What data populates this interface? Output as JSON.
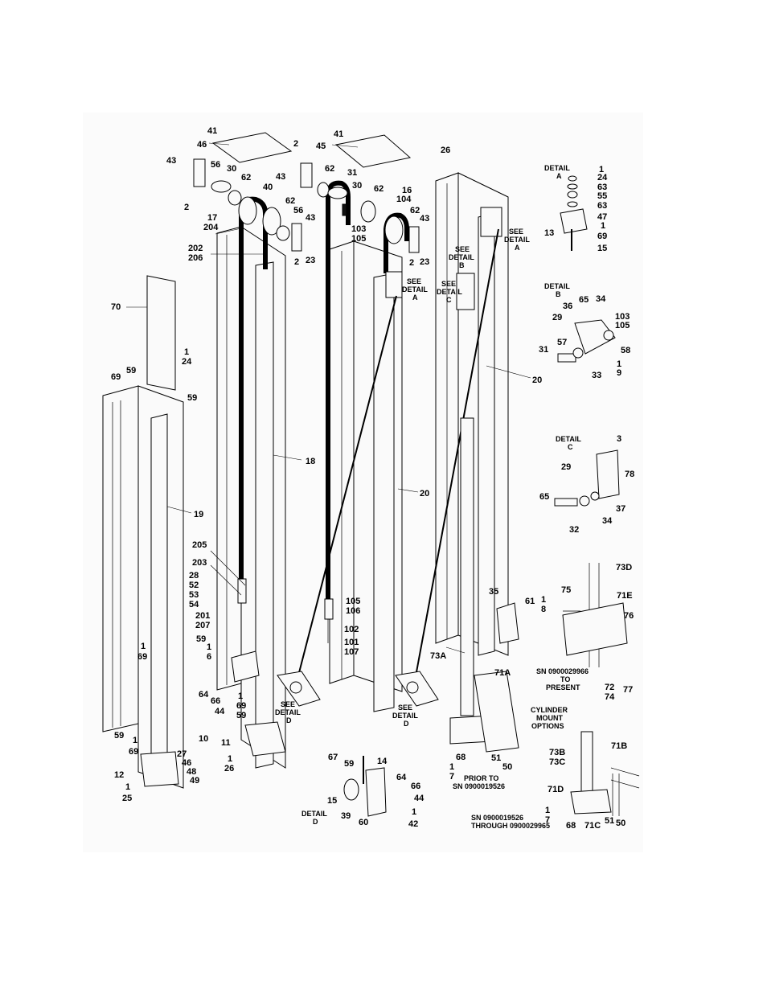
{
  "labels": {
    "l41a": "41",
    "l46": "46",
    "l43a": "43",
    "l2a": "2",
    "l56a": "56",
    "l30a": "30",
    "l62a": "62",
    "l40": "40",
    "l62b": "62",
    "l56b": "56",
    "l43b": "43",
    "l2b": "2",
    "l17": "17",
    "l204": "204",
    "l23a": "23",
    "l2c": "2",
    "l202": "202",
    "l206": "206",
    "l41b": "41",
    "l45": "45",
    "l62c": "62",
    "l31a": "31",
    "l30b": "30",
    "l62d": "62",
    "l16": "16",
    "l104": "104",
    "l62e": "62",
    "l43c": "43",
    "l103a": "103",
    "l105a": "105",
    "l2d": "2",
    "l23b": "23",
    "l26": "26",
    "l70": "70",
    "l1a": "1",
    "l24a": "24",
    "l69a": "69",
    "l59a": "59",
    "l59b": "59",
    "l18": "18",
    "l19": "19",
    "l20a": "20",
    "l20b": "20",
    "l205": "205",
    "l203": "203",
    "l28": "28",
    "l52": "52",
    "l53": "53",
    "l54": "54",
    "l201": "201",
    "l207": "207",
    "l105b": "105",
    "l106": "106",
    "l102": "102",
    "l101": "101",
    "l107": "107",
    "l59c": "59",
    "l1b": "1",
    "l6": "6",
    "l1c": "1",
    "l69b": "69",
    "l1d": "1",
    "l69c": "69",
    "l59d": "59",
    "l64a": "64",
    "l66a": "66",
    "l44a": "44",
    "l10": "10",
    "l59e": "59",
    "l1e": "1",
    "l69d": "69",
    "l27": "27",
    "l46b": "46",
    "l48": "48",
    "l49": "49",
    "l11": "11",
    "l1f": "1",
    "l26b": "26",
    "l12": "12",
    "l1g": "1",
    "l25": "25",
    "l35": "35",
    "l61": "61",
    "l1h": "1",
    "l8": "8",
    "l73a": "73A",
    "l71a": "71A",
    "l68a": "68",
    "l1i": "1",
    "l7a": "7",
    "l51a": "51",
    "l50a": "50",
    "l67": "67",
    "l59f": "59",
    "l14": "14",
    "l64b": "64",
    "l66b": "66",
    "l44b": "44",
    "l15b": "15",
    "l39": "39",
    "l60": "60",
    "l1j": "1",
    "l42": "42",
    "dA_1": "1",
    "dA_24": "24",
    "dA_63a": "63",
    "dA_55": "55",
    "dA_63b": "63",
    "dA_47": "47",
    "dA_13": "13",
    "dA_1b": "1",
    "dA_69": "69",
    "dA_15": "15",
    "dB_65": "65",
    "dB_34": "34",
    "dB_36": "36",
    "dB_103": "103",
    "dB_105": "105",
    "dB_29": "29",
    "dB_57": "57",
    "dB_31": "31",
    "dB_58": "58",
    "dB_33": "33",
    "dB_1": "1",
    "dB_9": "9",
    "dC_3": "3",
    "dC_29": "29",
    "dC_78": "78",
    "dC_65": "65",
    "dC_37": "37",
    "dC_34": "34",
    "dC_32": "32",
    "l73d": "73D",
    "l75": "75",
    "l71e": "71E",
    "l76": "76",
    "l72": "72",
    "l74": "74",
    "l77": "77",
    "l73b": "73B",
    "l73c": "73C",
    "l71b": "71B",
    "l71d": "71D",
    "l1k": "1",
    "l7b": "7",
    "l68b": "68",
    "l71c": "71C",
    "l51b": "51",
    "l50b": "50"
  },
  "callouts": {
    "see_detail": "SEE",
    "detail_word": "DETAIL",
    "a": "A",
    "b": "B",
    "c": "C",
    "d": "D",
    "detail_a_title_1": "DETAIL",
    "detail_a_title_2": "A",
    "detail_b_title_1": "DETAIL",
    "detail_b_title_2": "B",
    "detail_c_title_1": "DETAIL",
    "detail_c_title_2": "C",
    "detail_d_title_1": "DETAIL",
    "detail_d_title_2": "D",
    "sn_present_1": "SN 0900029966",
    "sn_present_2": "TO",
    "sn_present_3": "PRESENT",
    "cyl_1": "CYLINDER",
    "cyl_2": "MOUNT",
    "cyl_3": "OPTIONS",
    "prior_1": "PRIOR TO",
    "prior_2": "SN 0900019526",
    "through_1": "SN 0900019526",
    "through_2": "THROUGH 0900029965"
  }
}
